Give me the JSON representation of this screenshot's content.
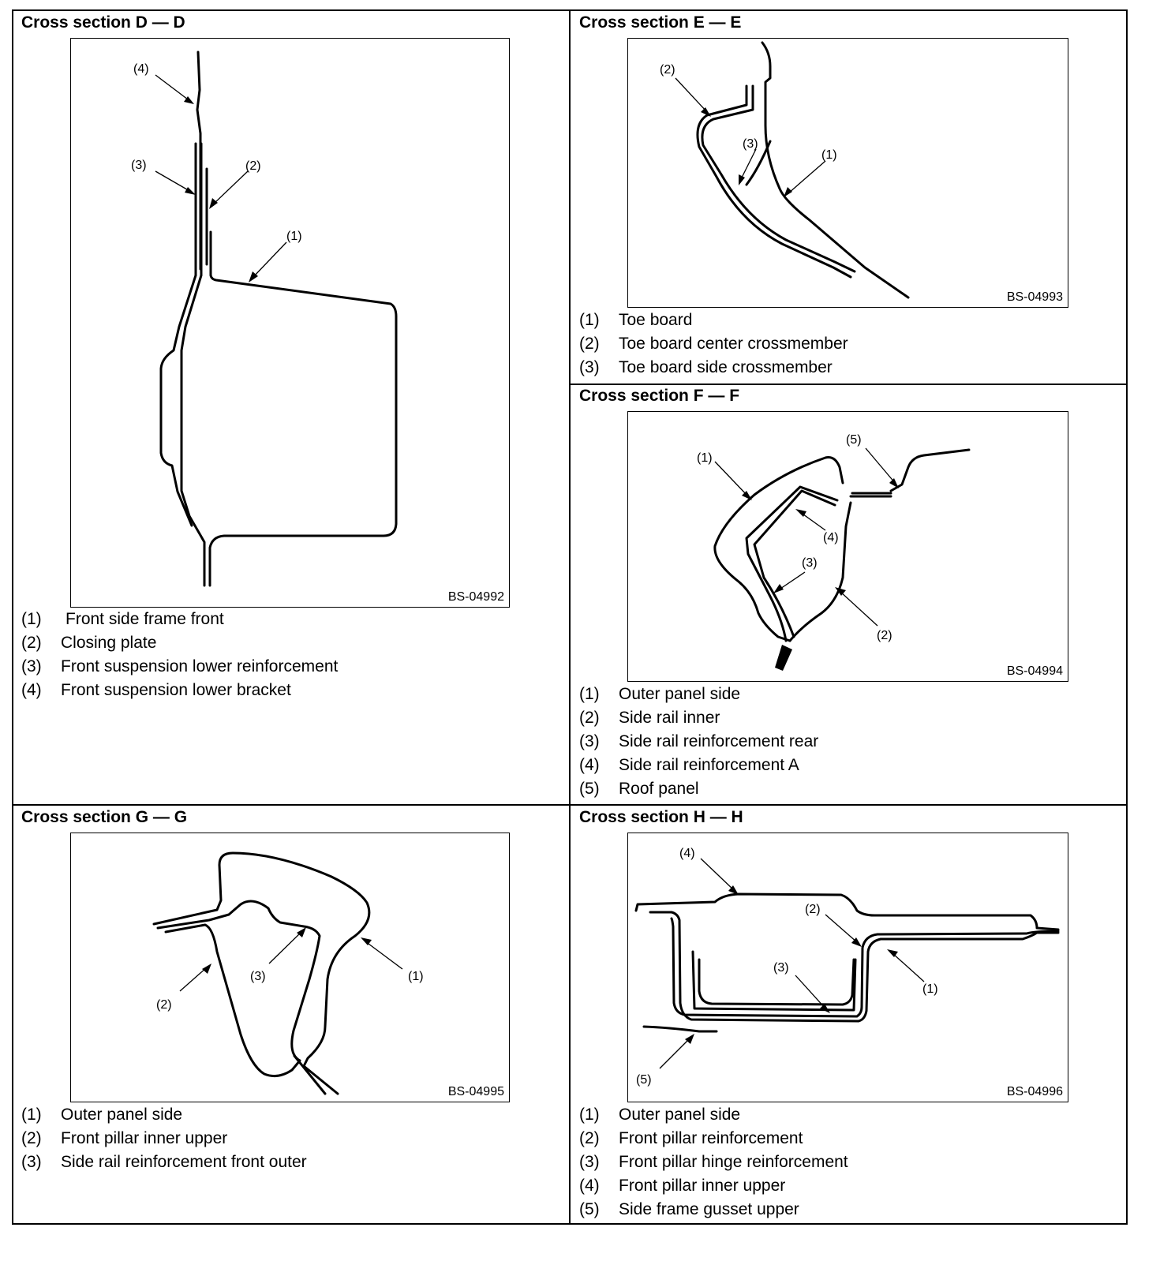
{
  "panels": [
    {
      "heading": "Cross section D — D",
      "figure_id": "BS-04992",
      "callouts": [
        "(1)",
        "(2)",
        "(3)",
        "(4)"
      ],
      "legend": [
        {
          "num": "(1)",
          "text": "Front side frame front"
        },
        {
          "num": "(2)",
          "text": "Closing plate"
        },
        {
          "num": "(3)",
          "text": "Front suspension lower reinforcement"
        },
        {
          "num": "(4)",
          "text": "Front suspension lower bracket"
        }
      ]
    },
    {
      "heading": "Cross section E — E",
      "figure_id": "BS-04993",
      "callouts": [
        "(1)",
        "(2)",
        "(3)"
      ],
      "legend": [
        {
          "num": "(1)",
          "text": "Toe board"
        },
        {
          "num": "(2)",
          "text": "Toe board center crossmember"
        },
        {
          "num": "(3)",
          "text": "Toe board side crossmember"
        }
      ]
    },
    {
      "heading": "Cross section F — F",
      "figure_id": "BS-04994",
      "callouts": [
        "(1)",
        "(2)",
        "(3)",
        "(4)",
        "(5)"
      ],
      "legend": [
        {
          "num": "(1)",
          "text": "Outer panel side"
        },
        {
          "num": "(2)",
          "text": "Side rail inner"
        },
        {
          "num": "(3)",
          "text": "Side rail reinforcement rear"
        },
        {
          "num": "(4)",
          "text": "Side rail reinforcement A"
        },
        {
          "num": "(5)",
          "text": "Roof panel"
        }
      ]
    },
    {
      "heading": "Cross section G — G",
      "figure_id": "BS-04995",
      "callouts": [
        "(1)",
        "(2)",
        "(3)"
      ],
      "legend": [
        {
          "num": "(1)",
          "text": "Outer panel side"
        },
        {
          "num": "(2)",
          "text": "Front pillar inner upper"
        },
        {
          "num": "(3)",
          "text": "Side rail reinforcement front outer"
        }
      ]
    },
    {
      "heading": "Cross section H — H",
      "figure_id": "BS-04996",
      "callouts": [
        "(1)",
        "(2)",
        "(3)",
        "(4)",
        "(5)"
      ],
      "legend": [
        {
          "num": "(1)",
          "text": "Outer panel side"
        },
        {
          "num": "(2)",
          "text": "Front pillar reinforcement"
        },
        {
          "num": "(3)",
          "text": "Front pillar hinge reinforcement"
        },
        {
          "num": "(4)",
          "text": "Front pillar inner upper"
        },
        {
          "num": "(5)",
          "text": "Side frame gusset upper"
        }
      ]
    }
  ]
}
